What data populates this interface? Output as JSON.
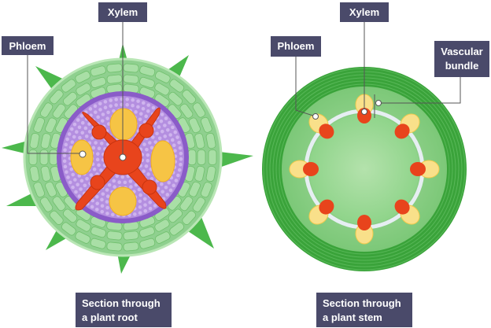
{
  "root_diagram": {
    "labels": {
      "xylem": "Xylem",
      "phloem": "Phloem",
      "caption_line1": "Section through",
      "caption_line2": "a plant root"
    }
  },
  "stem_diagram": {
    "labels": {
      "xylem": "Xylem",
      "phloem": "Phloem",
      "vascular_line1": "Vascular",
      "vascular_line2": "bundle",
      "caption_line1": "Section through",
      "caption_line2": "a plant stem"
    }
  },
  "colors": {
    "label_bg": "#4a4a6a",
    "root_outer": "#8fd08f",
    "root_cortex": "#b48fe0",
    "xylem": "#e8441c",
    "phloem": "#f6c445",
    "stem_dark": "#3aa33a",
    "stem_light": "#a8dca0",
    "root_hair": "#4cb84c"
  }
}
